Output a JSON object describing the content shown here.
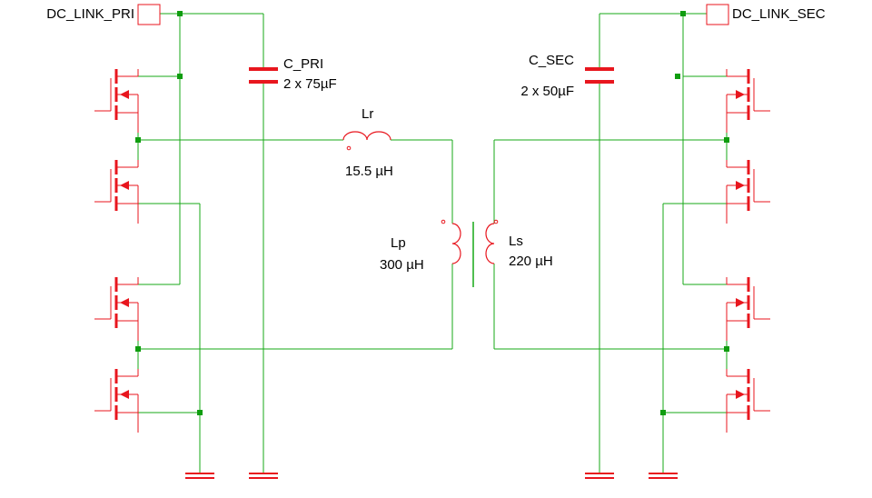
{
  "ports": {
    "primary": "DC_LINK_PRI",
    "secondary": "DC_LINK_SEC"
  },
  "capacitors": {
    "primary": {
      "name": "C_PRI",
      "value": "2 x 75µF"
    },
    "secondary": {
      "name": "C_SEC",
      "value": "2 x 50µF"
    }
  },
  "inductors": {
    "resonant": {
      "name": "Lr",
      "value": "15.5 µH"
    },
    "primary_winding": {
      "name": "Lp",
      "value": "300 µH"
    },
    "secondary_winding": {
      "name": "Ls",
      "value": "220 µH"
    }
  },
  "colors": {
    "wire": "#17a817",
    "component": "#e8161e",
    "junction": "#0f9d0f",
    "text": "#000000"
  }
}
